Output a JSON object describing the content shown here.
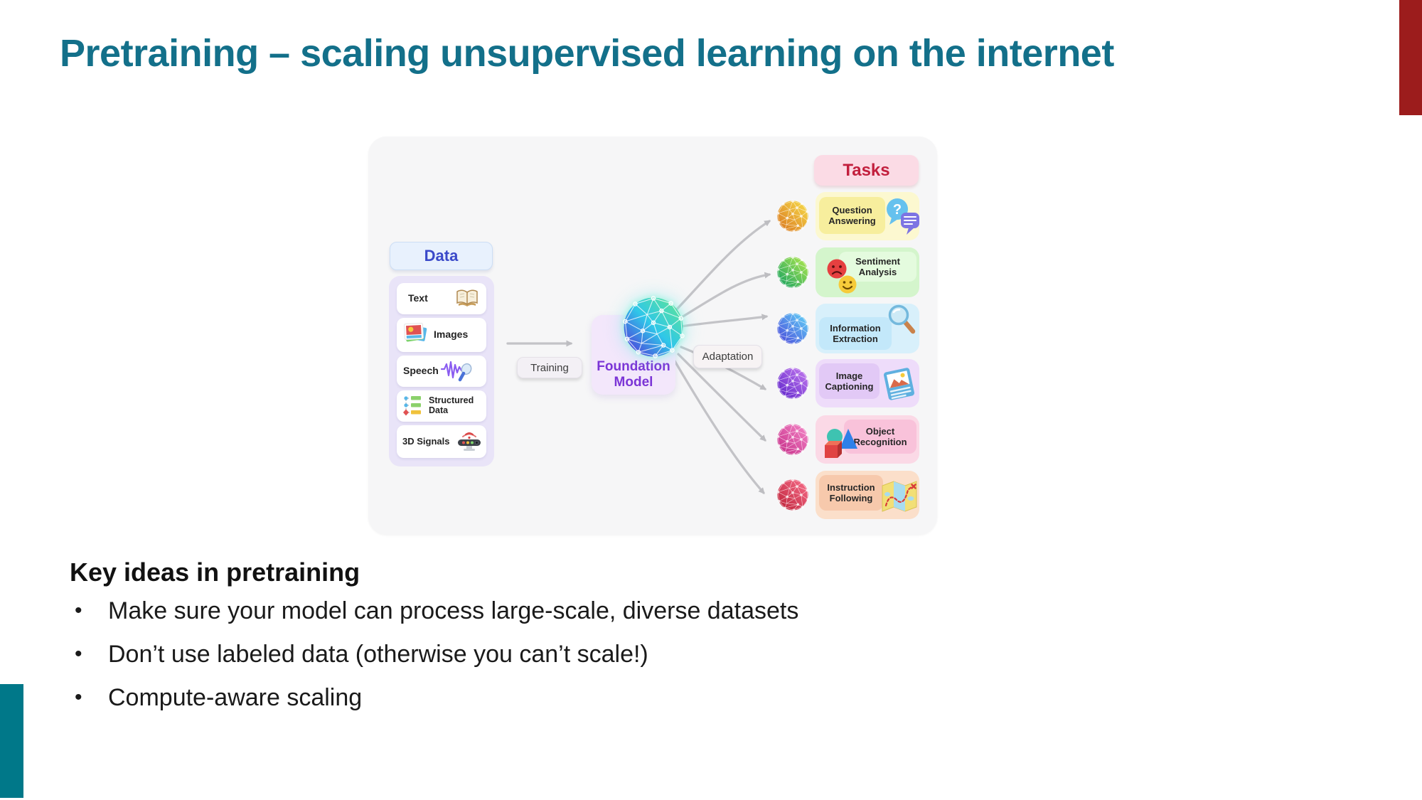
{
  "slide": {
    "title": "Pretraining – scaling unsupervised learning on the internet",
    "title_color": "#13708a",
    "accent_red": "#9c1c1c",
    "accent_teal": "#007889"
  },
  "diagram": {
    "data_panel": {
      "header": "Data",
      "header_bg": "#e8f1fd",
      "header_text_color": "#3a49c9",
      "items": [
        {
          "label": "Text",
          "icon": "open-book-icon"
        },
        {
          "label": "Images",
          "icon": "photo-stack-icon"
        },
        {
          "label": "Speech",
          "icon": "waveform-mic-icon"
        },
        {
          "label": "Structured Data",
          "icon": "flowchart-icon"
        },
        {
          "label": "3D Signals",
          "icon": "depth-sensor-icon"
        }
      ]
    },
    "training_label": "Training",
    "adaptation_label": "Adaptation",
    "foundation": {
      "label_line1": "Foundation",
      "label_line2": "Model",
      "text_color": "#7b35d6",
      "sphere_colors": [
        "#5426d8",
        "#2fc7e9",
        "#62e88e"
      ]
    },
    "tasks_panel": {
      "header": "Tasks",
      "header_bg": "#fbdbe5",
      "header_text_color": "#c21f3d",
      "items": [
        {
          "label": "Question Answering",
          "icon": "question-bubbles-icon",
          "bg": "#fcf8d0",
          "inner_bg": "#f7ee9d",
          "sphere": [
            "#d9731f",
            "#f8e14b"
          ]
        },
        {
          "label": "Sentiment Analysis",
          "icon": "emoji-faces-icon",
          "bg": "#d4f5cc",
          "inner_bg": "#e4fbde",
          "sphere": [
            "#0f9e62",
            "#b8ec4e"
          ]
        },
        {
          "label": "Information Extraction",
          "icon": "magnifier-icon",
          "bg": "#d8f0fb",
          "inner_bg": "#c3e8fa",
          "sphere": [
            "#4a43d9",
            "#63d8f8"
          ]
        },
        {
          "label": "Image Captioning",
          "icon": "photo-card-icon",
          "bg": "#eedcfa",
          "inner_bg": "#e2c9f6",
          "sphere": [
            "#5a21c9",
            "#c77df0"
          ]
        },
        {
          "label": "Object Recognition",
          "icon": "shapes-icon",
          "bg": "#fbd9e6",
          "inner_bg": "#f9c2da",
          "sphere": [
            "#c42a86",
            "#f589c9"
          ]
        },
        {
          "label": "Instruction Following",
          "icon": "map-route-icon",
          "bg": "#fbdfca",
          "inner_bg": "#f7c9ac",
          "sphere": [
            "#bb1f35",
            "#f9708d"
          ]
        }
      ]
    }
  },
  "notes": {
    "heading": "Key ideas in pretraining",
    "bullet_glyph": "•",
    "bullets": [
      "Make sure your model can process large-scale, diverse datasets",
      "Don’t use labeled data (otherwise you can’t scale!)",
      "Compute-aware scaling"
    ]
  }
}
